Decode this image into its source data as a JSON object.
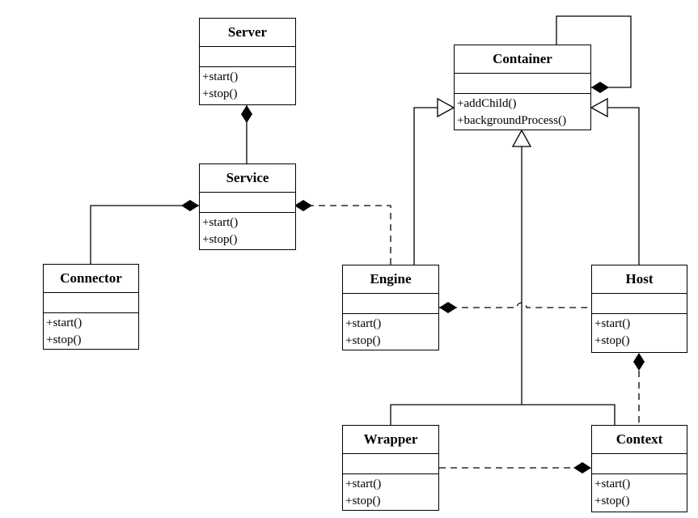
{
  "diagram": {
    "classes": [
      {
        "id": "server",
        "name": "Server",
        "operations": [
          "+start()",
          "+stop()"
        ]
      },
      {
        "id": "container",
        "name": "Container",
        "operations": [
          "+addChild()",
          "+backgroundProcess()"
        ]
      },
      {
        "id": "service",
        "name": "Service",
        "operations": [
          "+start()",
          "+stop()"
        ]
      },
      {
        "id": "connector",
        "name": "Connector",
        "operations": [
          "+start()",
          "+stop()"
        ]
      },
      {
        "id": "engine",
        "name": "Engine",
        "operations": [
          "+start()",
          "+stop()"
        ]
      },
      {
        "id": "host",
        "name": "Host",
        "operations": [
          "+start()",
          "+stop()"
        ]
      },
      {
        "id": "wrapper",
        "name": "Wrapper",
        "operations": [
          "+start()",
          "+stop()"
        ]
      },
      {
        "id": "context",
        "name": "Context",
        "operations": [
          "+start()",
          "+stop()"
        ]
      }
    ],
    "relations": [
      {
        "type": "composition",
        "whole": "server",
        "part": "service",
        "style": "solid"
      },
      {
        "type": "composition",
        "whole": "service",
        "part": "connector",
        "style": "solid"
      },
      {
        "type": "composition",
        "whole": "service",
        "part": "engine",
        "style": "dashed"
      },
      {
        "type": "composition",
        "whole": "container",
        "part": "container",
        "style": "solid"
      },
      {
        "type": "composition",
        "whole": "engine",
        "part": "host",
        "style": "dashed"
      },
      {
        "type": "composition",
        "whole": "host",
        "part": "context",
        "style": "dashed"
      },
      {
        "type": "composition",
        "whole": "context",
        "part": "wrapper",
        "style": "dashed"
      },
      {
        "type": "generalization",
        "child": "engine",
        "parent": "container",
        "style": "solid"
      },
      {
        "type": "generalization",
        "child": "host",
        "parent": "container",
        "style": "solid"
      },
      {
        "type": "generalization",
        "child": "wrapper",
        "parent": "container",
        "style": "solid"
      },
      {
        "type": "generalization",
        "child": "context",
        "parent": "container",
        "style": "solid"
      }
    ]
  }
}
